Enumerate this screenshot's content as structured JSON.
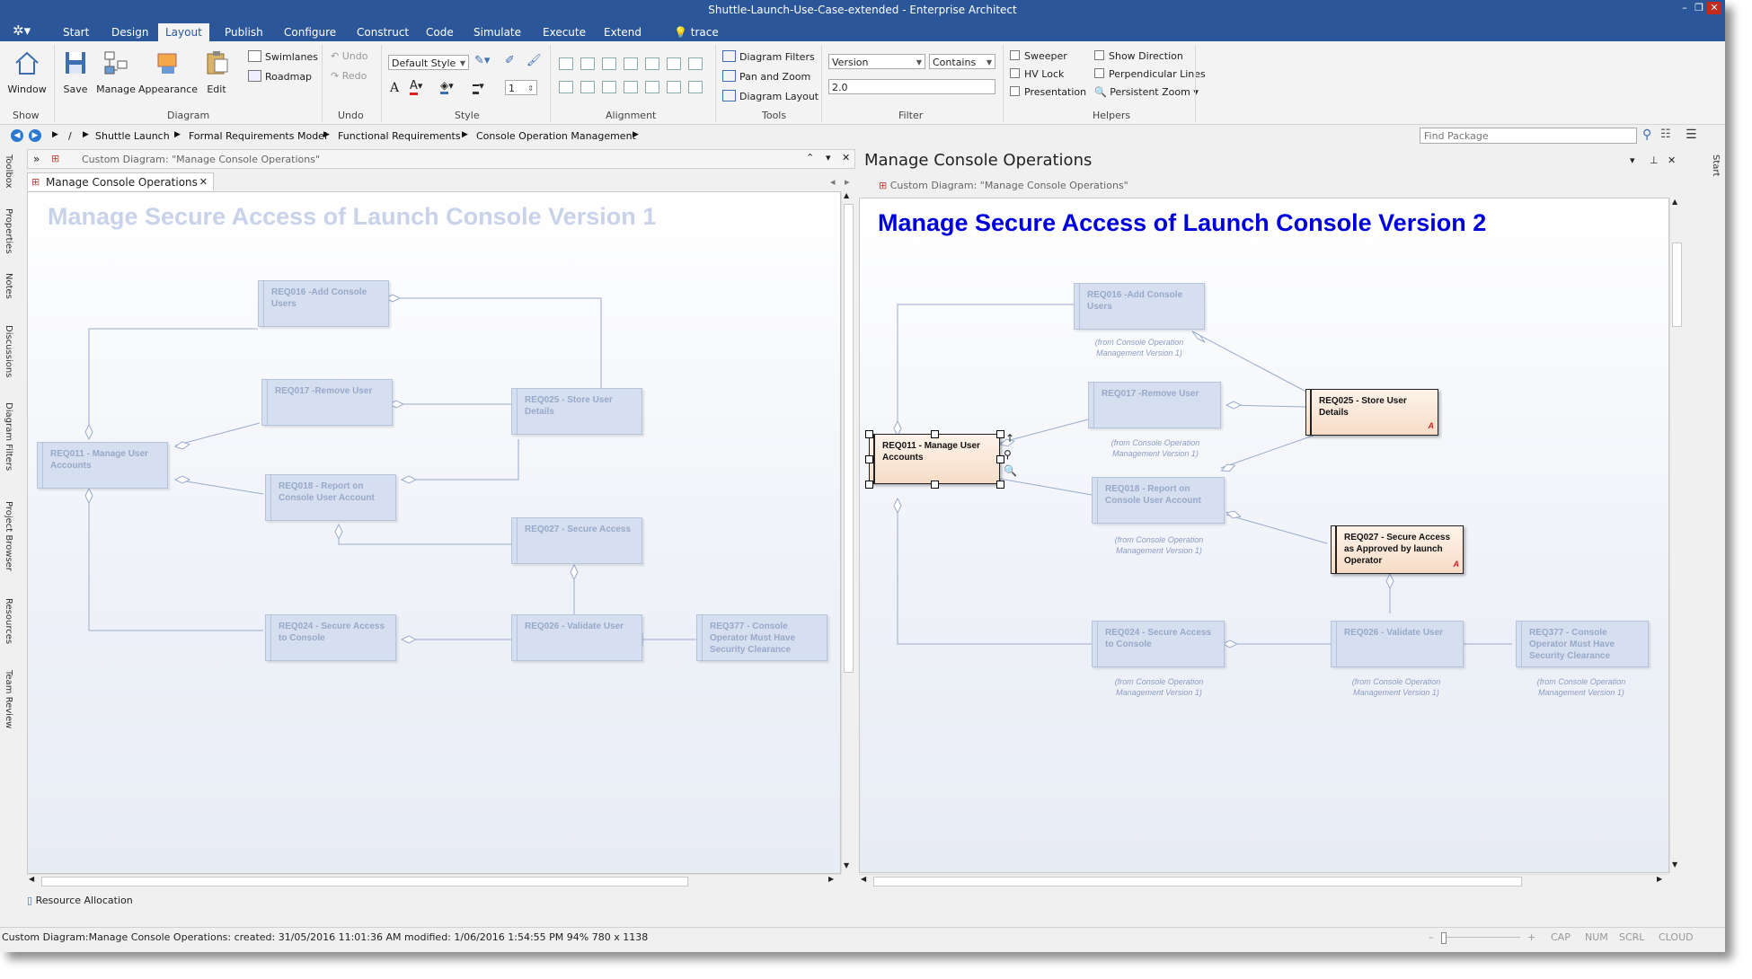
{
  "window": {
    "title": "Shuttle-Launch-Use-Case-extended - Enterprise Architect"
  },
  "ribbon": {
    "tabs": [
      "Start",
      "Design",
      "Layout",
      "Publish",
      "Configure",
      "Construct",
      "Code",
      "Simulate",
      "Execute",
      "Extend"
    ],
    "active_tab": "Layout",
    "search_label": "trace",
    "show": {
      "window": "Window",
      "group": "Show"
    },
    "diagram": {
      "save": "Save",
      "manage": "Manage",
      "appearance": "Appearance",
      "edit": "Edit",
      "swimlanes": "Swimlanes",
      "roadmap": "Roadmap",
      "group": "Diagram"
    },
    "undo": {
      "undo": "Undo",
      "redo": "Redo",
      "group": "Undo"
    },
    "style": {
      "style_value": "Default Style",
      "line_width": "1",
      "group": "Style"
    },
    "alignment": {
      "group": "Alignment"
    },
    "tools": {
      "filters": "Diagram Filters",
      "pan": "Pan and Zoom",
      "layout": "Diagram Layout",
      "group": "Tools"
    },
    "filter": {
      "field": "Version",
      "operator": "Contains",
      "value": "2.0",
      "group": "Filter"
    },
    "helpers": {
      "sweeper": "Sweeper",
      "hvlock": "HV Lock",
      "presentation": "Presentation",
      "show_direction": "Show Direction",
      "perpendicular": "Perpendicular Lines",
      "persistent_zoom": "Persistent Zoom",
      "group": "Helpers"
    }
  },
  "breadcrumb": {
    "root": "/",
    "items": [
      "Shuttle Launch",
      "Formal Requirements Model",
      "Functional Requirements",
      "Console Operation Management"
    ],
    "find_placeholder": "Find Package"
  },
  "left_dock": {
    "toolbox": "Toolbox",
    "properties": "Properties",
    "notes": "Notes",
    "discussions": "Discussions",
    "diagram_filters": "Diagram Filters",
    "project_browser": "Project Browser",
    "resources": "Resources",
    "team_review": "Team Review"
  },
  "right_dock": {
    "start": "Start"
  },
  "left_pane": {
    "header": "Custom Diagram: \"Manage Console Operations\"",
    "tab": "Manage Console Operations",
    "diagram_title": "Manage Secure Access of Launch Console Version 1",
    "reqs": {
      "r616": "REQ016 -Add Console Users",
      "r617": "REQ017 -Remove User",
      "r025": "REQ025 - Store User Details",
      "r011": "REQ011 - Manage User Accounts",
      "r018": "REQ018 - Report on Console User Account",
      "r027": "REQ027 - Secure Access",
      "r024": "REQ024 - Secure Access to Console",
      "r026": "REQ026 - Validate User",
      "r377": "REQ377 - Console Operator Must Have Security Clearance"
    }
  },
  "right_pane": {
    "title": "Manage Console Operations",
    "subtitle": "Custom Diagram: \"Manage Console Operations\"",
    "diagram_title": "Manage Secure Access of Launch Console Version 2",
    "colors": {
      "title": "#0000dd",
      "faded": "#97a8c8",
      "highlight": "#f6dcc6"
    },
    "reqs": {
      "r616": "REQ016 -Add Console Users",
      "r617": "REQ017 -Remove User",
      "r025": "REQ025 - Store User Details",
      "r011": "REQ011 - Manage User Accounts",
      "r018": "REQ018 - Report on Console User Account",
      "r027": "REQ027 - Secure Access as Approved by launch Operator",
      "r024": "REQ024 - Secure Access to Console",
      "r026": "REQ026 - Validate User",
      "r377": "REQ377 - Console Operator Must Have Security Clearance"
    },
    "from_note": "(from Console Operation Management Version 1)",
    "marker": "A"
  },
  "bottom": {
    "resource_allocation": "Resource Allocation"
  },
  "status": {
    "text": "Custom Diagram:Manage Console Operations:  created: 31/05/2016 11:01:36 AM  modified: 1/06/2016 1:54:55 PM   94%   780 x 1138",
    "cap": "CAP",
    "num": "NUM",
    "scrl": "SCRL",
    "cloud": "CLOUD"
  }
}
